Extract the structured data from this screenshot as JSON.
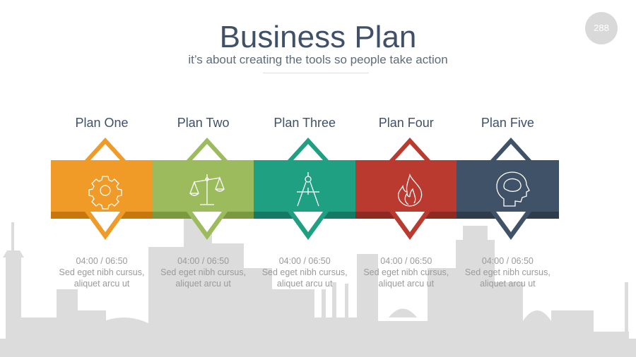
{
  "header": {
    "title": "Business Plan",
    "subtitle": "it’s about creating the tools so people take action",
    "page_number": "288"
  },
  "plans": [
    {
      "name": "Plan One",
      "time": "04:00 / 06:50",
      "line1": "Sed eget nibh cursus,",
      "line2": "aliquet arcu ut",
      "icon": "gear-icon",
      "color": "#f09a28",
      "dark": "#c8760e"
    },
    {
      "name": "Plan Two",
      "time": "04:00 / 06:50",
      "line1": "Sed eget nibh cursus,",
      "line2": "aliquet arcu ut",
      "icon": "scales-icon",
      "color": "#9bbb5c",
      "dark": "#7b9a40"
    },
    {
      "name": "Plan Three",
      "time": "04:00 / 06:50",
      "line1": "Sed eget nibh cursus,",
      "line2": "aliquet arcu ut",
      "icon": "compass-icon",
      "color": "#1fa082",
      "dark": "#157a63"
    },
    {
      "name": "Plan Four",
      "time": "04:00 / 06:50",
      "line1": "Sed eget nibh cursus,",
      "line2": "aliquet arcu ut",
      "icon": "fire-icon",
      "color": "#bb3a2f",
      "dark": "#8e2a22"
    },
    {
      "name": "Plan Five",
      "time": "04:00 / 06:50",
      "line1": "Sed eget nibh cursus,",
      "line2": "aliquet arcu ut",
      "icon": "head-brain-icon",
      "color": "#405267",
      "dark": "#2e3c4c"
    }
  ]
}
